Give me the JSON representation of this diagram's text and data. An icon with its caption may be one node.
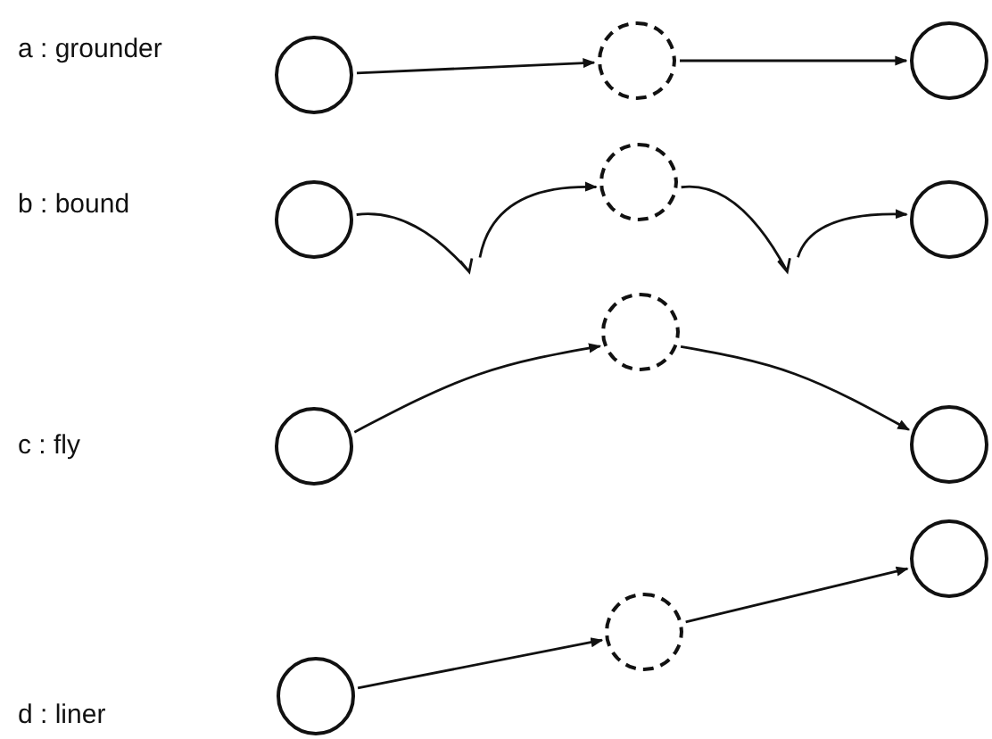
{
  "diagram": {
    "nodes": [
      {
        "text": [],
        "shape": "circle"
      },
      {
        "text": [],
        "shape": "circle"
      },
      {
        "text": [],
        "shape": "circle"
      },
      {
        "text": [],
        "shape": "circle"
      },
      {
        "text": [],
        "shape": "circle"
      },
      {
        "text": [],
        "shape": "circle"
      },
      {
        "text": [],
        "shape": "circle"
      },
      {
        "text": [],
        "shape": "circle"
      },
      {
        "text": [],
        "shape": "circle"
      },
      {
        "text": [],
        "shape": "circle"
      },
      {
        "text": [],
        "shape": "circle"
      },
      {
        "text": [],
        "shape": "circle"
      }
    ],
    "edges": [
      {
        "from": 0,
        "to": 1,
        "arrow": "to"
      },
      {
        "from": 1,
        "to": 2,
        "arrow": "to"
      },
      {
        "from": 3,
        "to": 4,
        "arrow": "to"
      },
      {
        "from": 4,
        "to": 5,
        "arrow": "to"
      },
      {
        "from": 6,
        "to": 7,
        "arrow": "to"
      },
      {
        "from": 7,
        "to": 8,
        "arrow": "to"
      },
      {
        "from": 9,
        "to": 10,
        "arrow": "to"
      },
      {
        "from": 10,
        "to": 11,
        "arrow": "to"
      }
    ],
    "labels": [
      "a : grounder",
      "b : bound",
      "c : fly",
      "d : liner"
    ]
  }
}
